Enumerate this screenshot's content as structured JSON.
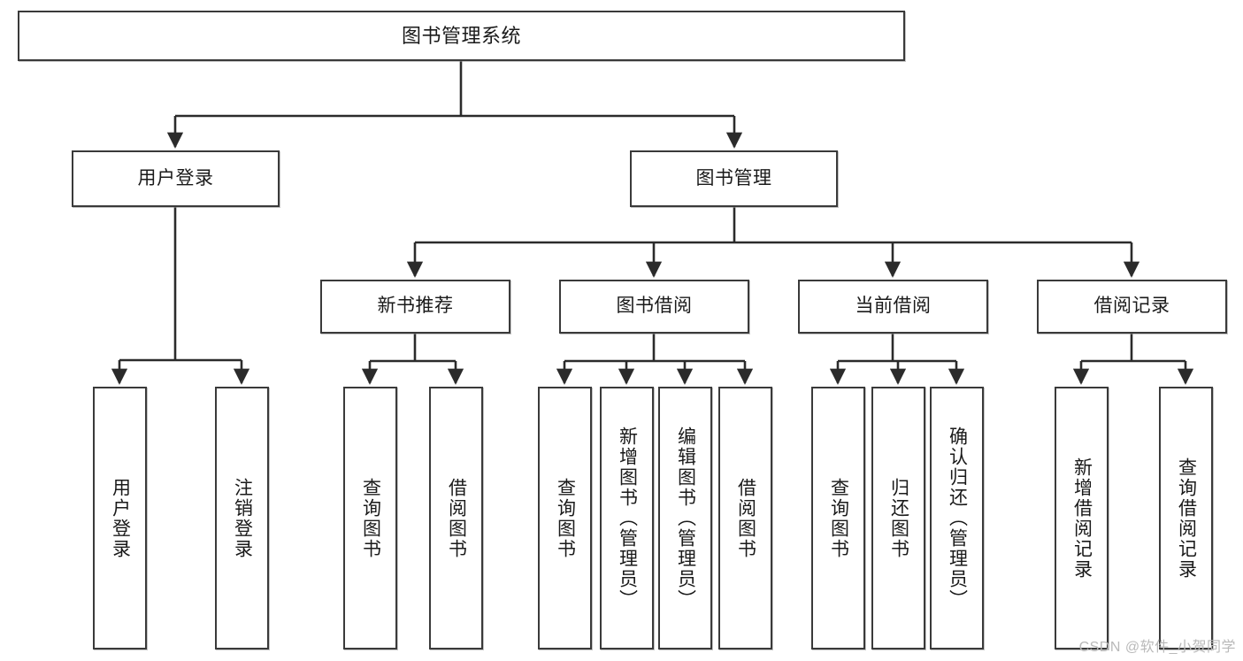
{
  "diagram": {
    "title": "图书管理系统",
    "watermark": "CSDN @软件_小贺同学",
    "colors": {
      "box_border": "#3a3a3a",
      "box_fill": "#ffffff",
      "connector": "#2b2b2b",
      "text": "#1a1a1a",
      "watermark": "#b9b9b9",
      "background": "#ffffff"
    },
    "nodes": {
      "root": {
        "label": "图书管理系统"
      },
      "level2": [
        {
          "label": "用户登录"
        },
        {
          "label": "图书管理"
        }
      ],
      "level3": [
        {
          "label": "新书推荐"
        },
        {
          "label": "图书借阅"
        },
        {
          "label": "当前借阅"
        },
        {
          "label": "借阅记录"
        }
      ],
      "leaves": {
        "user_login": [
          {
            "label": "用户登录"
          },
          {
            "label": "注销登录"
          }
        ],
        "new_book_recommend": [
          {
            "label": "查询图书"
          },
          {
            "label": "借阅图书"
          }
        ],
        "book_borrow": [
          {
            "label": "查询图书"
          },
          {
            "label": "新增图书（管理员）"
          },
          {
            "label": "编辑图书（管理员）"
          },
          {
            "label": "借阅图书"
          }
        ],
        "current_borrow": [
          {
            "label": "查询图书"
          },
          {
            "label": "归还图书"
          },
          {
            "label": "确认归还（管理员）"
          }
        ],
        "borrow_record": [
          {
            "label": "新增借阅记录"
          },
          {
            "label": "查询借阅记录"
          }
        ]
      }
    }
  }
}
